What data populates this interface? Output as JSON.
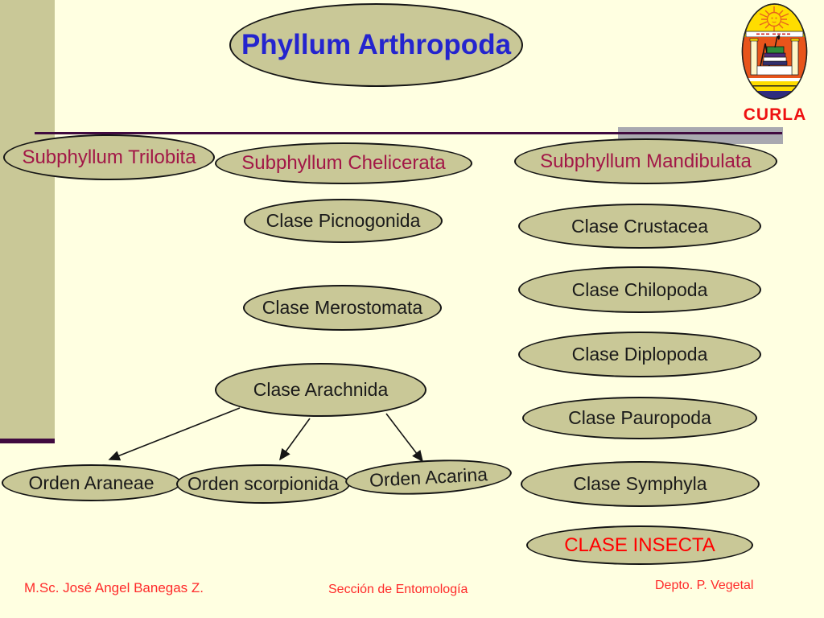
{
  "slide_title": "Phyllum Arthropoda",
  "nodes": {
    "title": "Phyllum Arthropoda",
    "trilobita": "Subphyllum Trilobita",
    "chelicerata": "Subphyllum Chelicerata",
    "mandibulata": "Subphyllum Mandibulata",
    "picnogonida": "Clase Picnogonida",
    "merostomata": "Clase Merostomata",
    "arachnida": "Clase Arachnida",
    "araneae": "Orden Araneae",
    "scorpionida": "Orden scorpionida",
    "acarina": "Orden Acarina",
    "crustacea": "Clase Crustacea",
    "chilopoda": "Clase Chilopoda",
    "diplopoda": "Clase Diplopoda",
    "pauropoda": "Clase Pauropoda",
    "symphyla": "Clase Symphyla",
    "insecta": "CLASE INSECTA"
  },
  "hierarchy": {
    "root": "Phyllum Arthropoda",
    "subphyla": [
      {
        "name": "Subphyllum Trilobita",
        "children": []
      },
      {
        "name": "Subphyllum Chelicerata",
        "children": [
          "Clase Picnogonida",
          "Clase Merostomata",
          "Clase Arachnida"
        ]
      },
      {
        "name": "Subphyllum Mandibulata",
        "children": [
          "Clase Crustacea",
          "Clase Chilopoda",
          "Clase Diplopoda",
          "Clase Pauropoda",
          "Clase Symphyla",
          "CLASE INSECTA"
        ]
      }
    ],
    "arachnida_orders": [
      "Orden Araneae",
      "Orden scorpionida",
      "Orden Acarina"
    ]
  },
  "edges": [
    {
      "from": "Clase Arachnida",
      "to": "Orden Araneae"
    },
    {
      "from": "Clase Arachnida",
      "to": "Orden scorpionida"
    },
    {
      "from": "Clase Arachnida",
      "to": "Orden Acarina"
    }
  ],
  "logo": {
    "caption": "CURLA"
  },
  "footer": {
    "author": "M.Sc. José Angel Banegas Z.",
    "section": "Sección de Entomología",
    "dept": "Depto. P. Vegetal"
  },
  "colors": {
    "background": "#FFFFE1",
    "node_fill": "#C9C897",
    "node_border": "#151515",
    "sidebar": "#C9C897",
    "rule_line": "#400A40",
    "gray_bar": "#A9A9B0",
    "title_text": "#2424CE",
    "subphyllum_text": "#A21747",
    "class_text": "#1A1A1A",
    "insecta_text": "#FF0000",
    "footer_text": "#FF2A2A",
    "logo_caption": "#EE1111"
  }
}
